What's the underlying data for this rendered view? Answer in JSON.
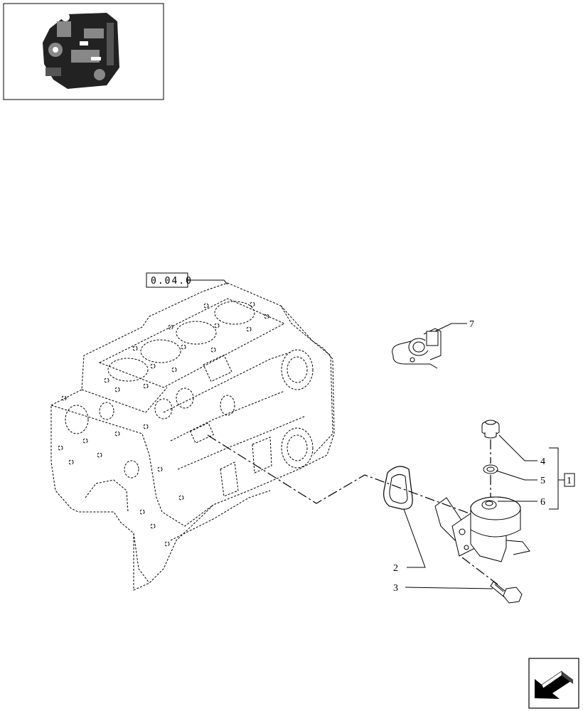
{
  "reference_box": {
    "text": "0.04.0"
  },
  "group_box": {
    "text": "1"
  },
  "callouts": [
    {
      "id": "2",
      "text": "2"
    },
    {
      "id": "3",
      "text": "3"
    },
    {
      "id": "4",
      "text": "4"
    },
    {
      "id": "5",
      "text": "5"
    },
    {
      "id": "6",
      "text": "6"
    },
    {
      "id": "7",
      "text": "7"
    }
  ],
  "icons": {
    "thumbnail": "engine-thumbnail-icon",
    "navigation": "next-page-arrow-icon"
  },
  "colors": {
    "line": "#000000",
    "background": "#ffffff"
  }
}
